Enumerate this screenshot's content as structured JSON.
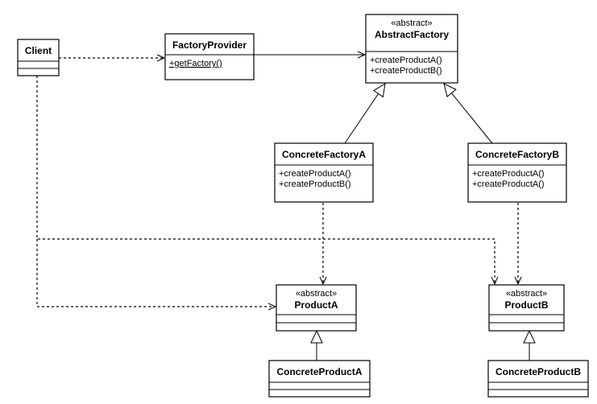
{
  "classes": {
    "client": {
      "name": "Client",
      "stereotype": "",
      "operations": []
    },
    "factory_provider": {
      "name": "FactoryProvider",
      "stereotype": "",
      "operations": [
        "+getFactory()"
      ]
    },
    "abstract_factory": {
      "name": "AbstractFactory",
      "stereotype": "«abstract»",
      "operations": [
        "+createProductA()",
        "+createProductB()"
      ]
    },
    "concrete_factory_a": {
      "name": "ConcreteFactoryA",
      "stereotype": "",
      "operations": [
        "+createProductA()",
        "+createProductB()"
      ]
    },
    "concrete_factory_b": {
      "name": "ConcreteFactoryB",
      "stereotype": "",
      "operations": [
        "+createProductA()",
        "+createProductA()"
      ]
    },
    "product_a": {
      "name": "ProductA",
      "stereotype": "«abstract»",
      "operations": []
    },
    "product_b": {
      "name": "ProductB",
      "stereotype": "«abstract»",
      "operations": []
    },
    "concrete_product_a": {
      "name": "ConcreteProductA",
      "stereotype": "",
      "operations": []
    },
    "concrete_product_b": {
      "name": "ConcreteProductB",
      "stereotype": "",
      "operations": []
    }
  },
  "relationships": [
    {
      "from": "client",
      "to": "factory_provider",
      "kind": "dependency"
    },
    {
      "from": "factory_provider",
      "to": "abstract_factory",
      "kind": "association"
    },
    {
      "from": "concrete_factory_a",
      "to": "abstract_factory",
      "kind": "generalization"
    },
    {
      "from": "concrete_factory_b",
      "to": "abstract_factory",
      "kind": "generalization"
    },
    {
      "from": "concrete_factory_a",
      "to": "product_a",
      "kind": "dependency"
    },
    {
      "from": "concrete_factory_b",
      "to": "product_b",
      "kind": "dependency"
    },
    {
      "from": "client",
      "to": "product_a",
      "kind": "dependency"
    },
    {
      "from": "client",
      "to": "product_b",
      "kind": "dependency"
    },
    {
      "from": "concrete_product_a",
      "to": "product_a",
      "kind": "generalization"
    },
    {
      "from": "concrete_product_b",
      "to": "product_b",
      "kind": "generalization"
    }
  ],
  "colors": {
    "box_fill": "#ffffff",
    "stroke": "#000000",
    "text": "#000000"
  }
}
